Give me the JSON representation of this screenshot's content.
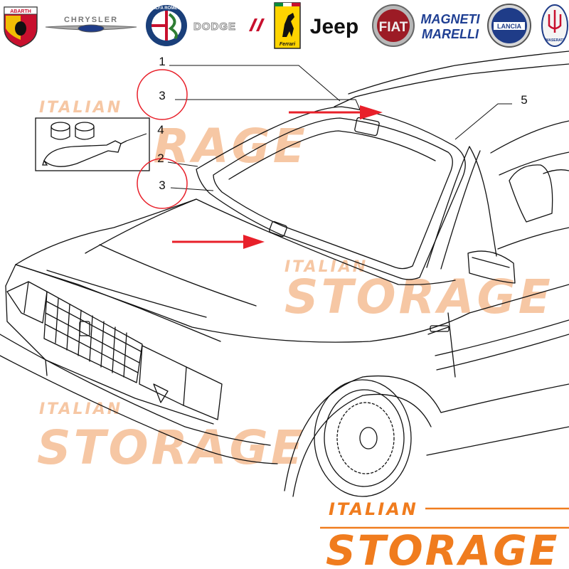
{
  "brands": {
    "abarth": "ABARTH",
    "chrysler": "CHRYSLER",
    "alfa_romeo": "ALFA ROMEO",
    "dodge": "DODGE",
    "ferrari": "Ferrari",
    "jeep": "Jeep",
    "fiat": "FIAT",
    "magneti_marelli_1": "MAGNETI",
    "magneti_marelli_2": "MARELLI",
    "lancia": "LANCIA",
    "maserati": "MASERATI"
  },
  "callouts": {
    "c1": "1",
    "c2": "2",
    "c3a": "3",
    "c3b": "3",
    "c4": "4",
    "c5": "5"
  },
  "watermark": {
    "italian": "ITALIAN",
    "storage": "STORAGE"
  },
  "logo": {
    "top": "ITALIAN",
    "bottom": "STORAGE"
  },
  "colors": {
    "accent_red": "#e8202a",
    "brand_orange": "#f07c1e",
    "watermark": "#f6c7a4",
    "line": "#111111"
  }
}
